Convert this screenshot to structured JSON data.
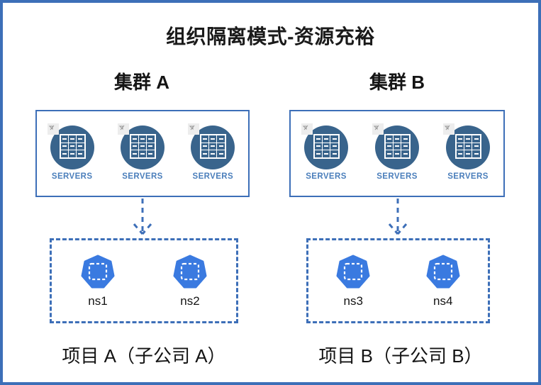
{
  "diagram": {
    "title": "组织隔离模式-资源充裕",
    "colors": {
      "frame_border": "#3d6fb8",
      "cluster_border": "#3d6fb8",
      "project_border": "#3d6fb8",
      "server_circle": "#39648c",
      "server_caption": "#4a7ebb",
      "namespace_fill": "#3a7ae0",
      "arrow": "#3d6fb8",
      "text": "#141414",
      "background": "#ffffff"
    },
    "clusters": [
      {
        "label": "集群 A",
        "servers": [
          {
            "caption": "SERVERS",
            "icon": "servers-icon"
          },
          {
            "caption": "SERVERS",
            "icon": "servers-icon"
          },
          {
            "caption": "SERVERS",
            "icon": "servers-icon"
          }
        ]
      },
      {
        "label": "集群 B",
        "servers": [
          {
            "caption": "SERVERS",
            "icon": "servers-icon"
          },
          {
            "caption": "SERVERS",
            "icon": "servers-icon"
          },
          {
            "caption": "SERVERS",
            "icon": "servers-icon"
          }
        ]
      }
    ],
    "projects": [
      {
        "label": "项目 A（子公司 A）",
        "namespaces": [
          {
            "name": "ns1",
            "icon": "namespace-icon"
          },
          {
            "name": "ns2",
            "icon": "namespace-icon"
          }
        ]
      },
      {
        "label": "项目 B（子公司 B）",
        "namespaces": [
          {
            "name": "ns3",
            "icon": "namespace-icon"
          },
          {
            "name": "ns4",
            "icon": "namespace-icon"
          }
        ]
      }
    ],
    "arrows": [
      {
        "icon": "dashed-down-arrow-icon",
        "from": "集群 A",
        "to": "项目 A（子公司 A）"
      },
      {
        "icon": "dashed-down-arrow-icon",
        "from": "集群 B",
        "to": "项目 B（子公司 B）"
      }
    ]
  }
}
